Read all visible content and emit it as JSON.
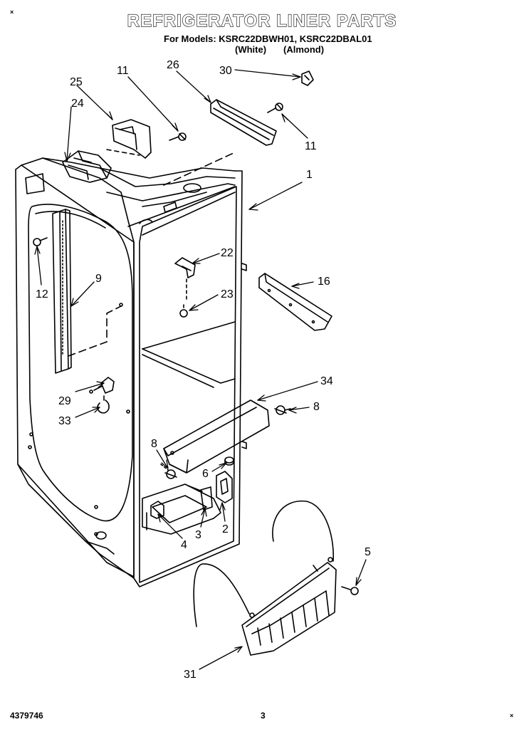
{
  "title": "REFRIGERATOR LINER PARTS",
  "models_line": "For Models: KSRC22DBWH01, KSRC22DBAL01",
  "color_white": "(White)",
  "color_almond": "(Almond)",
  "doc_number": "4379746",
  "page_number": "3",
  "callouts": {
    "c1": "1",
    "c2": "2",
    "c3": "3",
    "c4": "4",
    "c5": "5",
    "c6": "6",
    "c8a": "8",
    "c8b": "8",
    "c9": "9",
    "c11a": "11",
    "c11b": "11",
    "c12": "12",
    "c16": "16",
    "c22": "22",
    "c23": "23",
    "c24": "24",
    "c25": "25",
    "c26": "26",
    "c29": "29",
    "c30": "30",
    "c31": "31",
    "c33": "33",
    "c34": "34"
  }
}
